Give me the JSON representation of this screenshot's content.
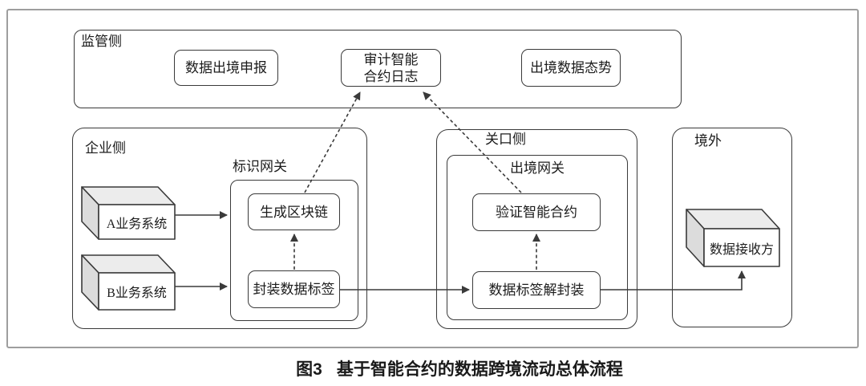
{
  "figure": {
    "regulator": {
      "label": "监管侧",
      "declare_box": "数据出境申报",
      "audit_box_line1": "审计智能",
      "audit_box_line2": "合约日志",
      "situation_box": "出境数据态势"
    },
    "enterprise": {
      "label": "企业侧",
      "gateway_label": "标识网关",
      "system_a": "A业务系统",
      "system_b": "B业务系统",
      "generate_box": "生成区块链",
      "pack_box": "封装数据标签"
    },
    "checkpoint": {
      "label": "关口侧",
      "gateway_label": "出境网关",
      "verify_box": "验证智能合约",
      "unpack_box": "数据标签解封装"
    },
    "overseas": {
      "label": "境外",
      "receiver_box": "数据接收方"
    }
  },
  "caption": {
    "figure_no": "图3",
    "title": "基于智能合约的数据跨境流动总体流程"
  },
  "colors": {
    "line": "#3a3a3a",
    "frame": "#9e9e9e",
    "box-fill": "#ffffff",
    "cuboid-top": "#ececec",
    "cuboid-side": "#dcdcdc",
    "text": "#1c1c1c"
  }
}
